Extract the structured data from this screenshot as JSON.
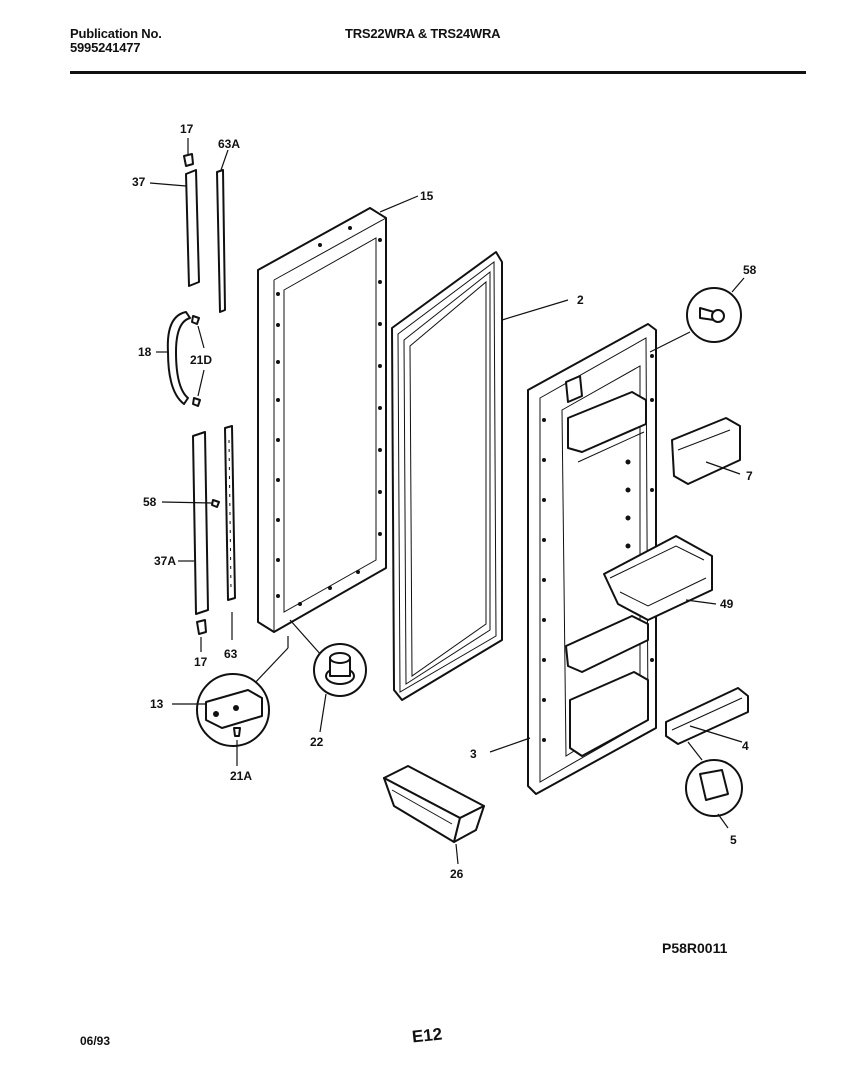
{
  "header": {
    "publication_label": "Publication No.",
    "publication_number": "5995241477",
    "models": "TRS22WRA & TRS24WRA"
  },
  "callouts": {
    "c17_top": "17",
    "c63A": "63A",
    "c37": "37",
    "c15": "15",
    "c58_top": "58",
    "c2": "2",
    "c18": "18",
    "c21D": "21D",
    "c7": "7",
    "c58_mid": "58",
    "c37A": "37A",
    "c49": "49",
    "c17_bot": "17",
    "c63": "63",
    "c13": "13",
    "c22": "22",
    "c21A": "21A",
    "c3": "3",
    "c4": "4",
    "c5": "5",
    "c26": "26"
  },
  "footer": {
    "diagram_code": "P58R0011",
    "date": "06/93",
    "page": "E12"
  }
}
